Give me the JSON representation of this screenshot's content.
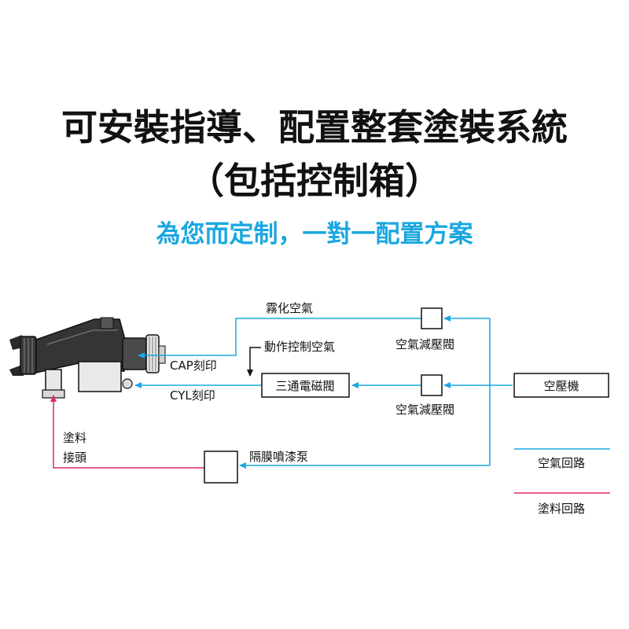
{
  "title": {
    "line1": "可安裝指導、配置整套塗裝系統",
    "line2": "（包括控制箱）",
    "subtitle": "為您而定制，一對一配置方案"
  },
  "colors": {
    "air": "#1aa7e0",
    "paint": "#e0256f",
    "black": "#111111",
    "subtitle": "#1aa7e0"
  },
  "diagram": {
    "atomizing_air": "霧化空氣",
    "action_control_air": "動作控制空氣",
    "cap_mark": "CAP刻印",
    "cyl_mark": "CYL刻印",
    "regulator_top": "空氣減壓閥",
    "regulator_bottom": "空氣減壓閥",
    "solenoid_valve": "三通電磁閥",
    "compressor": "空壓機",
    "paint_connector_line1": "塗料",
    "paint_connector_line2": "接頭",
    "diaphragm_pump": "隔膜噴漆泵",
    "gun_icon": "spray-gun-icon"
  },
  "legend": {
    "air_circuit": "空氣回路",
    "paint_circuit": "塗料回路"
  }
}
